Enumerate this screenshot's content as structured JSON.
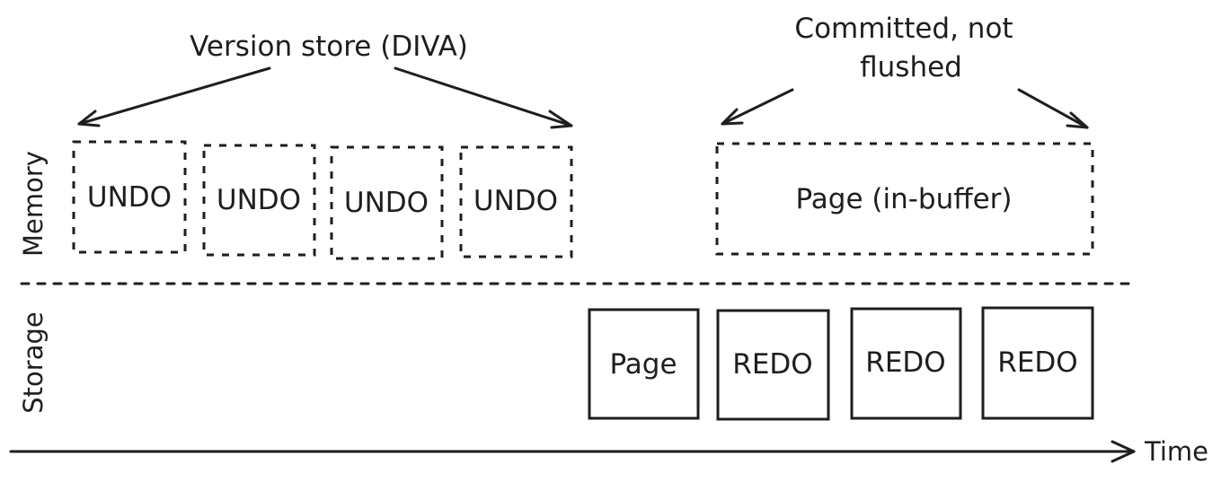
{
  "annotations": {
    "version_store": "Version store (DIVA)",
    "committed_line1": "Committed, not",
    "committed_line2": "flushed"
  },
  "lanes": {
    "memory": "Memory",
    "storage": "Storage"
  },
  "axis": {
    "time": "Time"
  },
  "memory_blocks": {
    "undo": [
      "UNDO",
      "UNDO",
      "UNDO",
      "UNDO"
    ],
    "page_in_buffer": "Page (in-buffer)"
  },
  "storage_blocks": {
    "page": "Page",
    "redo": [
      "REDO",
      "REDO",
      "REDO"
    ]
  },
  "colors": {
    "ink": "#1e1e1e",
    "background": "#ffffff"
  }
}
